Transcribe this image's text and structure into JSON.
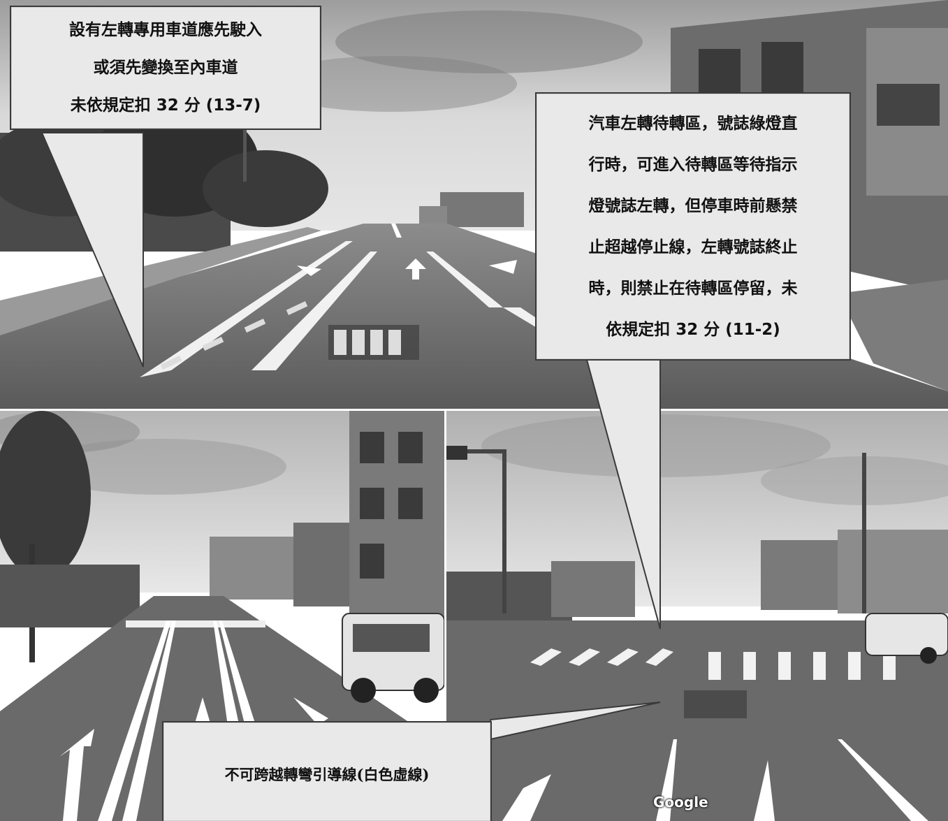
{
  "callouts": {
    "top_left": {
      "lines": [
        "設有左轉專用車道應先駛入",
        "或須先變換至內車道",
        "未依規定扣 32 分  (13-7)"
      ]
    },
    "top_right": {
      "lines": [
        "汽車左轉待轉區，號誌綠燈直",
        "行時，可進入待轉區等待指示",
        "燈號誌左轉，但停車時前懸禁",
        "止超越停止線，左轉號誌終止",
        "時，則禁止在待轉區停留，未",
        "依規定扣 32 分  (11-2)"
      ]
    },
    "bottom": {
      "text": "不可跨越轉彎引導線(白色虛線)"
    }
  },
  "watermark": "Google",
  "colors": {
    "callout_fill": "#e9e9e9",
    "callout_border": "#3a3a3a",
    "road": "#6a6a6a",
    "sky": "#d8d8d8",
    "marking": "#ffffff"
  }
}
